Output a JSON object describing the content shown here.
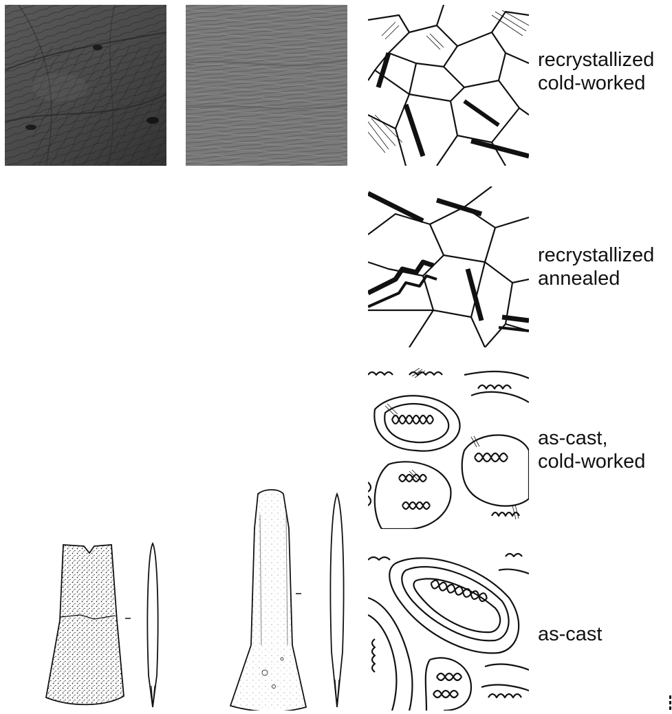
{
  "microstructure_states": [
    {
      "line1": "recrystallized",
      "line2": "cold-worked"
    },
    {
      "line1": "recrystallized",
      "line2": "annealed"
    },
    {
      "line1": "as-cast,",
      "line2": "cold-worked"
    },
    {
      "line1": "as-cast",
      "line2": ""
    }
  ],
  "colors": {
    "ink": "#111111",
    "micrograph_dark": "#3c3c3c",
    "micrograph_mid": "#6e6e6e",
    "paper": "#ffffff"
  }
}
